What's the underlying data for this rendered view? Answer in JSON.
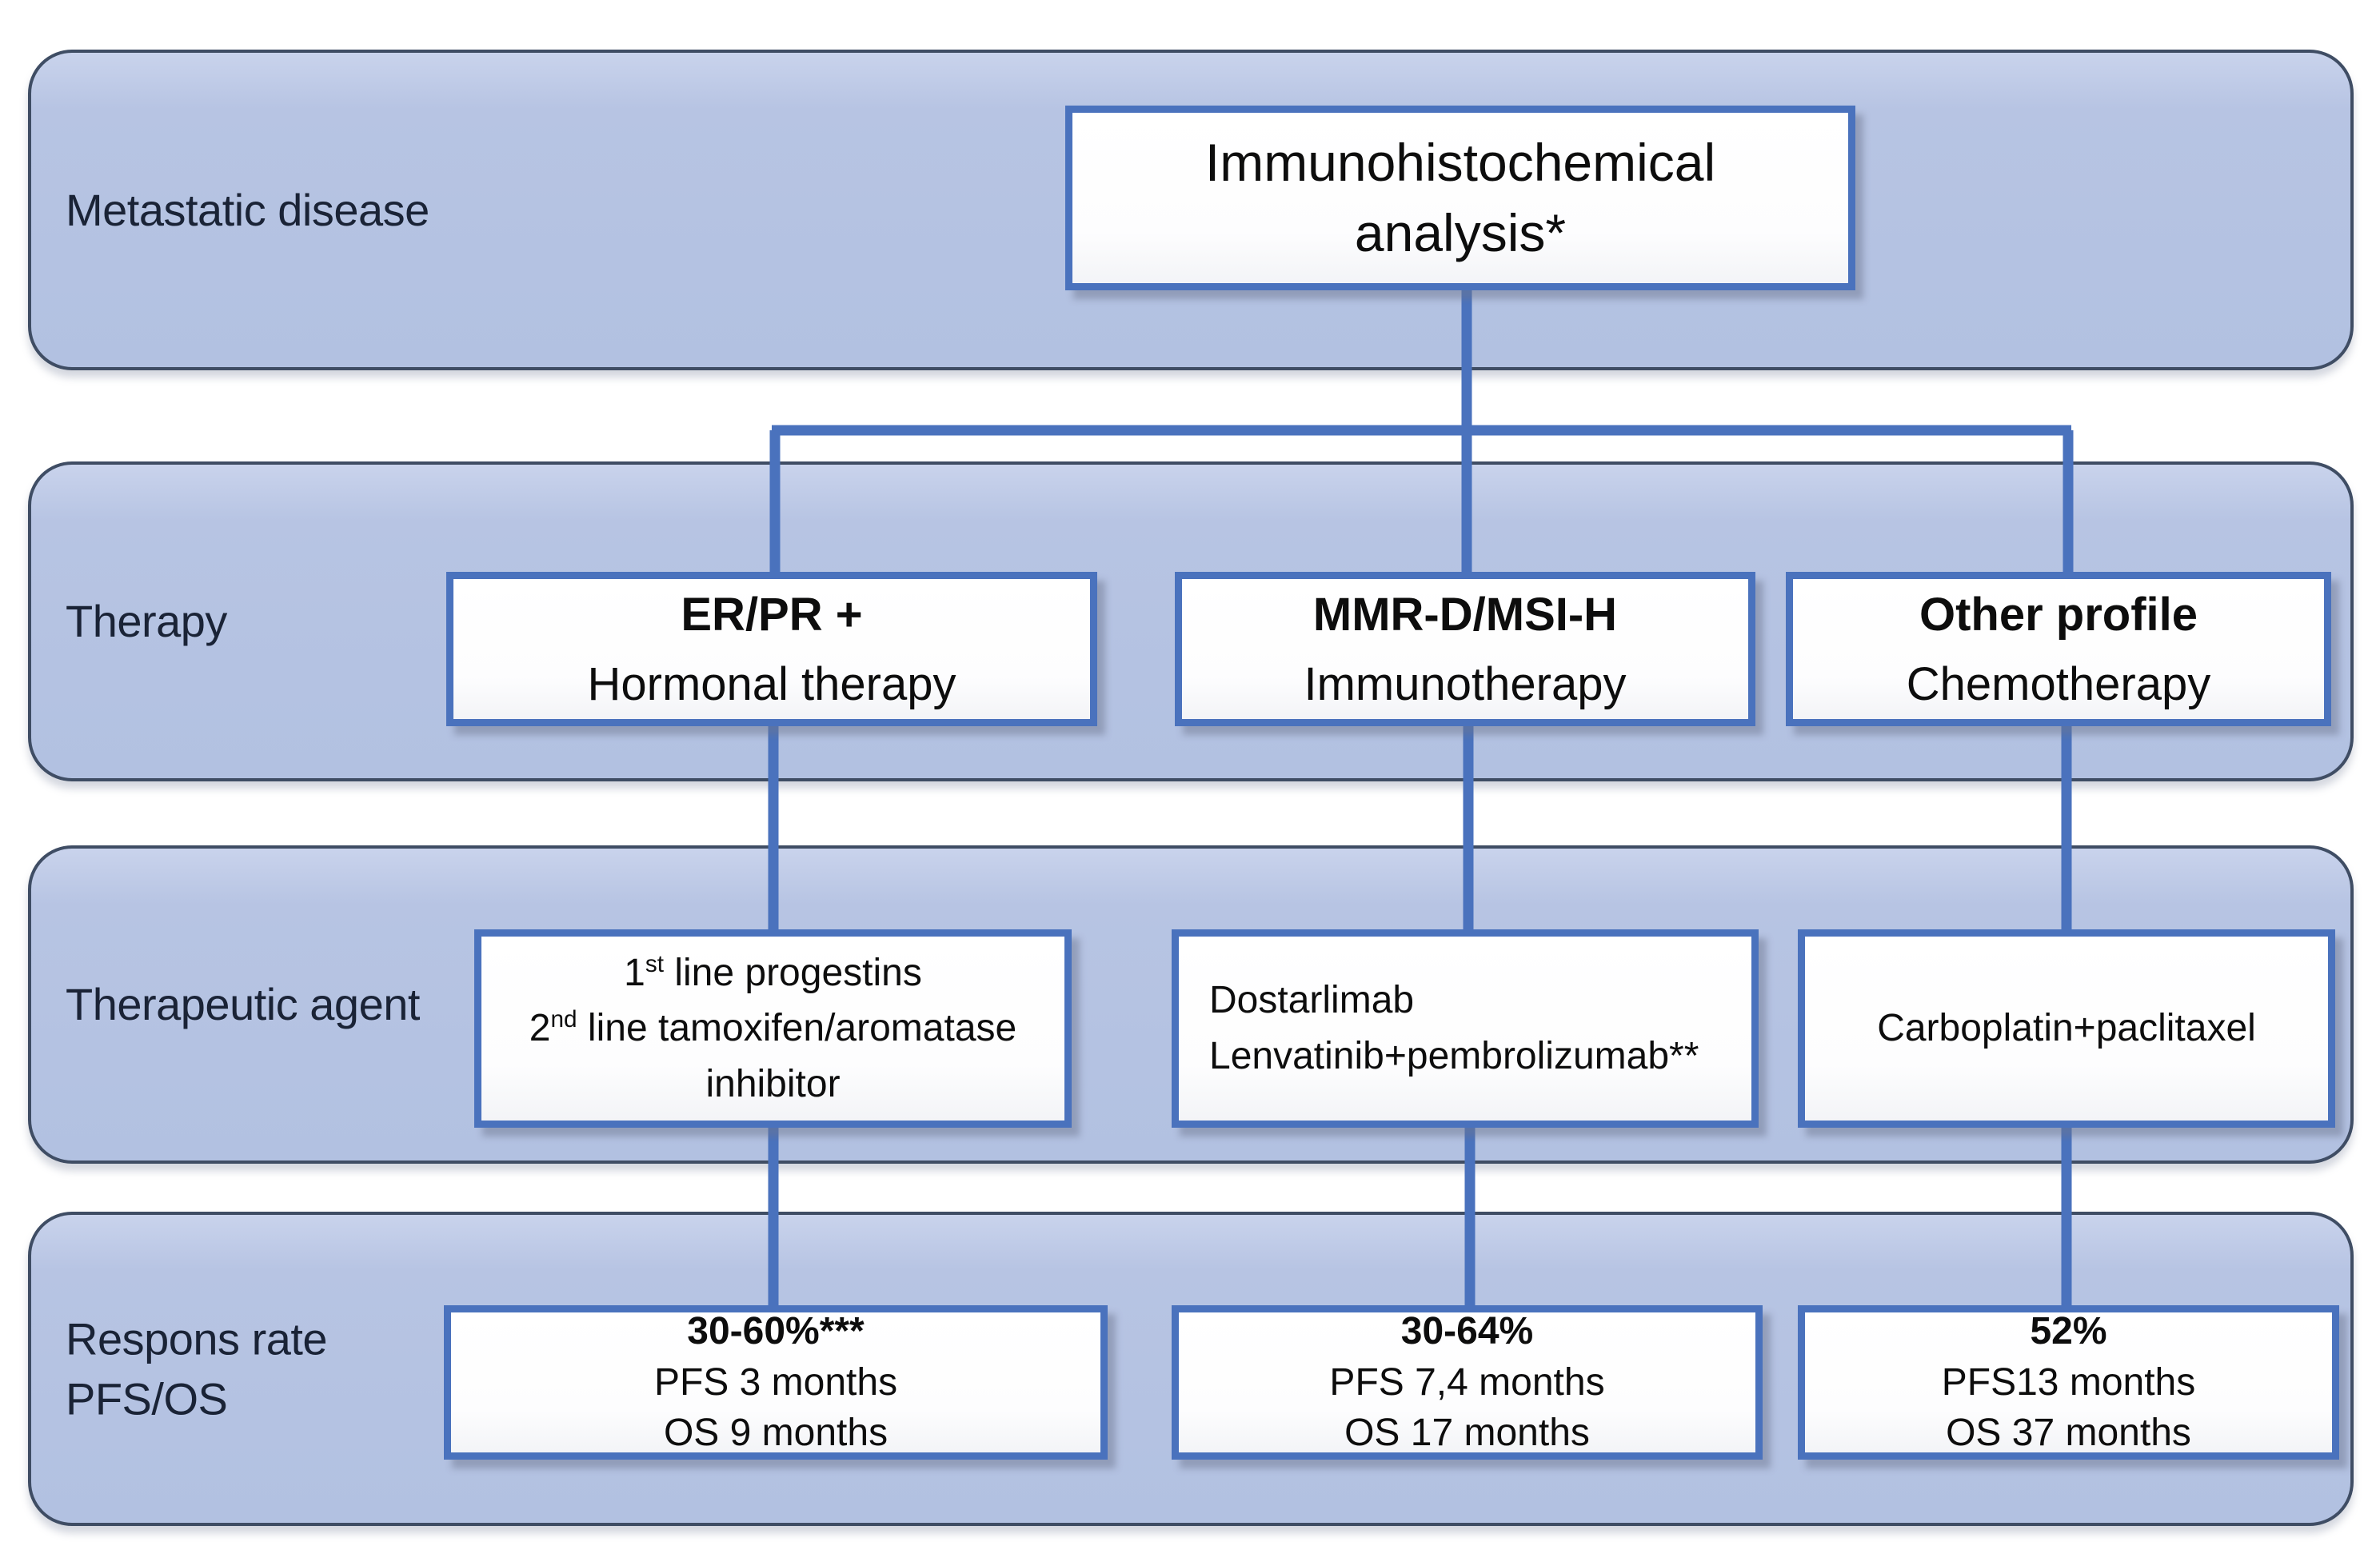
{
  "colors": {
    "band_fill": "#b7c4e3",
    "band_border": "#3f4d64",
    "box_border": "#4a72bd",
    "connector": "#4a72bd",
    "label_text": "#1a2336",
    "box_text": "#0d0d0d"
  },
  "root_box": {
    "line1": "Immunohistochemical",
    "line2": "analysis*"
  },
  "bands": [
    {
      "label": "Metastatic disease"
    },
    {
      "label": "Therapy"
    },
    {
      "label": "Therapeutic agent"
    },
    {
      "label_line1": "Respons rate",
      "label_line2": "PFS/OS"
    }
  ],
  "columns": [
    {
      "profile": "ER/PR +",
      "therapy": "Hormonal therapy",
      "agent": {
        "l1_num": "1",
        "l1_sup": "st",
        "l1_rest": " line progestins",
        "l2_num": "2",
        "l2_sup": "nd",
        "l2_rest": " line tamoxifen/aromatase",
        "l3": "inhibitor"
      },
      "response": {
        "rate": "30-60%***",
        "pfs": "PFS 3 months",
        "os": "OS 9 months"
      }
    },
    {
      "profile": "MMR-D/MSI-H",
      "therapy": "Immunotherapy",
      "agent": {
        "l1": "Dostarlimab",
        "l2": "Lenvatinib+pembrolizumab**"
      },
      "response": {
        "rate": "30-64%",
        "pfs": "PFS 7,4 months",
        "os": "OS 17 months"
      }
    },
    {
      "profile": "Other profile",
      "therapy": "Chemotherapy",
      "agent": {
        "l1": "Carboplatin+paclitaxel"
      },
      "response": {
        "rate": "52%",
        "pfs": "PFS13 months",
        "os": "OS 37 months"
      }
    }
  ]
}
